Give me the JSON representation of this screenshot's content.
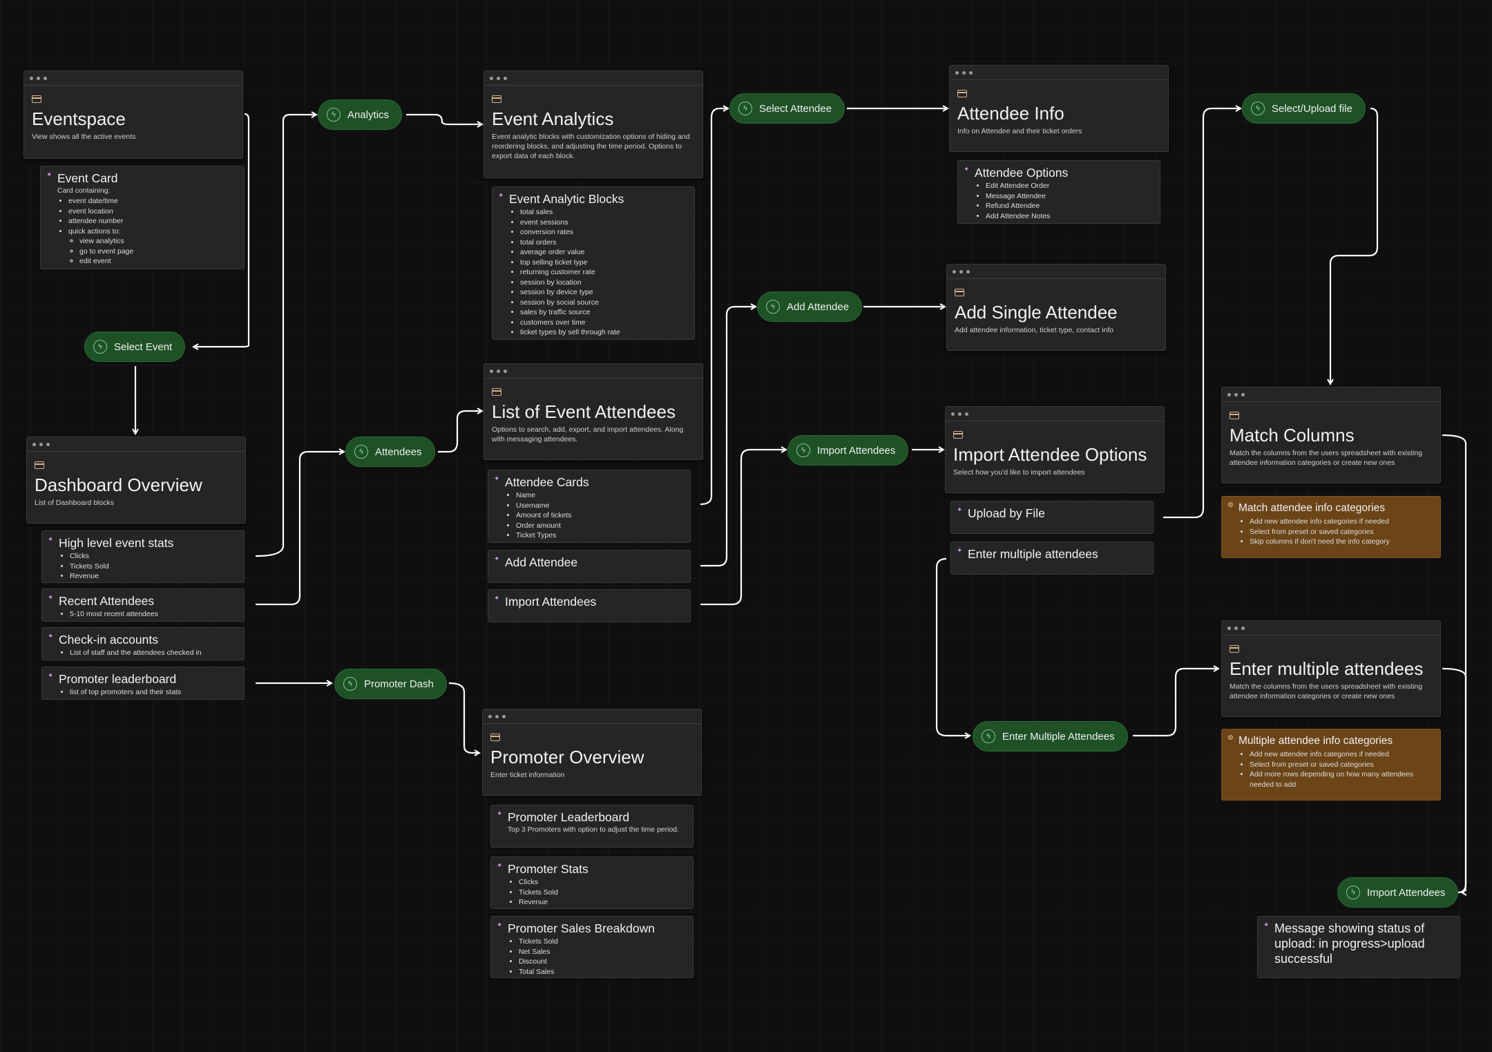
{
  "windows": {
    "eventspace": {
      "title": "Eventspace",
      "subtitle": "View shows all the active events"
    },
    "event_analytics": {
      "title": "Event Analytics",
      "subtitle": "Event analytic blocks with customization options of hiding and reordering blocks, and adjusting the time period. Options to export data of each block."
    },
    "attendee_info": {
      "title": "Attendee Info",
      "subtitle": "Info on Attendee and their ticket orders"
    },
    "add_single_attendee": {
      "title": "Add Single Attendee",
      "subtitle": "Add attendee information, ticket type, contact info"
    },
    "list_event_attendees": {
      "title": "List of Event Attendees",
      "subtitle": "Options to search, add, export, and import attendees. Along with messaging attendees."
    },
    "import_attendee_options": {
      "title": "Import Attendee Options",
      "subtitle": "Select how you'd like to import attendees"
    },
    "match_columns": {
      "title": "Match Columns",
      "subtitle": "Match the columns from the users spreadsheet with existing attendee information categories or create new ones"
    },
    "dashboard_overview": {
      "title": "Dashboard Overview",
      "subtitle": "List of Dashboard blocks"
    },
    "enter_multiple_attendees": {
      "title": "Enter multiple attendees",
      "subtitle": "Match the columns from the users spreadsheet with existing attendee information categories or create new ones"
    },
    "promoter_overview": {
      "title": "Promoter Overview",
      "subtitle": "Enter ticket information"
    }
  },
  "blocks": {
    "event_card": {
      "title": "Event Card",
      "intro": "Card containing:",
      "items": [
        "event date/time",
        "event location",
        "attendee number",
        "quick actions to:"
      ],
      "subitems": [
        "view analytics",
        "go to event page",
        "edit event"
      ]
    },
    "event_analytic_blocks": {
      "title": "Event Analytic Blocks",
      "items": [
        "total sales",
        "event sessions",
        "conversion rates",
        "total orders",
        "average order value",
        "top selling ticket type",
        "returning customer rate",
        "session by location",
        "session by device type",
        "session by social source",
        "sales by traffic source",
        "customers over time",
        "ticket types by sell through rate"
      ]
    },
    "attendee_options": {
      "title": "Attendee Options",
      "items": [
        "Edit Attendee Order",
        "Message Attendee",
        "Refund Attendee",
        "Add Attendee Notes"
      ]
    },
    "attendee_cards": {
      "title": "Attendee Cards",
      "items": [
        "Name",
        "Username",
        "Amount of tickets",
        "Order amount",
        "Ticket Types"
      ]
    },
    "add_attendee": {
      "title": "Add Attendee"
    },
    "import_attendees": {
      "title": "Import Attendees"
    },
    "upload_by_file": {
      "title": "Upload by File"
    },
    "enter_multiple_attendees_opt": {
      "title": "Enter multiple attendees"
    },
    "match_attendee_info": {
      "title": "Match attendee info categories",
      "items": [
        "Add new attendee info categories if needed",
        "Select from preset or saved categories",
        "Skip columns if don't need the info category"
      ]
    },
    "high_level_stats": {
      "title": "High level event stats",
      "items": [
        "Clicks",
        "Tickets Sold",
        "Revenue"
      ]
    },
    "recent_attendees": {
      "title": "Recent Attendees",
      "items": [
        "5-10 most recent attendees"
      ]
    },
    "checkin_accounts": {
      "title": "Check-in accounts",
      "items": [
        "List of staff and the attendees checked in"
      ]
    },
    "promoter_leaderboard_dash": {
      "title": "Promoter leaderboard",
      "items": [
        "list of top promoters and their stats"
      ]
    },
    "multiple_attendee_info": {
      "title": "Multiple attendee info categories",
      "items": [
        "Add new attendee info categories if needed",
        "Select from preset or saved categories",
        "Add more rows depending on how many attendees needed to add"
      ]
    },
    "promoter_leaderboard": {
      "title": "Promoter Leaderboard",
      "desc": "Top 3 Promoters with option to adjust the time period."
    },
    "promoter_stats": {
      "title": "Promoter Stats",
      "items": [
        "Clicks",
        "Tickets Sold",
        "Revenue"
      ]
    },
    "promoter_sales": {
      "title": "Promoter Sales Breakdown",
      "items": [
        "Tickets Sold",
        "Net Sales",
        "Discount",
        "Total Sales"
      ]
    },
    "upload_status": {
      "title": "Message showing status of upload: in progress>upload successful"
    }
  },
  "actions": {
    "analytics": "Analytics",
    "select_event": "Select Event",
    "attendees": "Attendees",
    "promoter_dash": "Promoter Dash",
    "select_attendee": "Select Attendee",
    "add_attendee": "Add Attendee",
    "import_attendees": "Import Attendees",
    "select_upload_file": "Select/Upload file",
    "enter_multiple_attendees": "Enter Multiple Attendees",
    "import_attendees_final": "Import Attendees"
  },
  "colors": {
    "action_pill": "#1e5226",
    "accent_block": "#6b4518",
    "wire": "#ffffff"
  }
}
